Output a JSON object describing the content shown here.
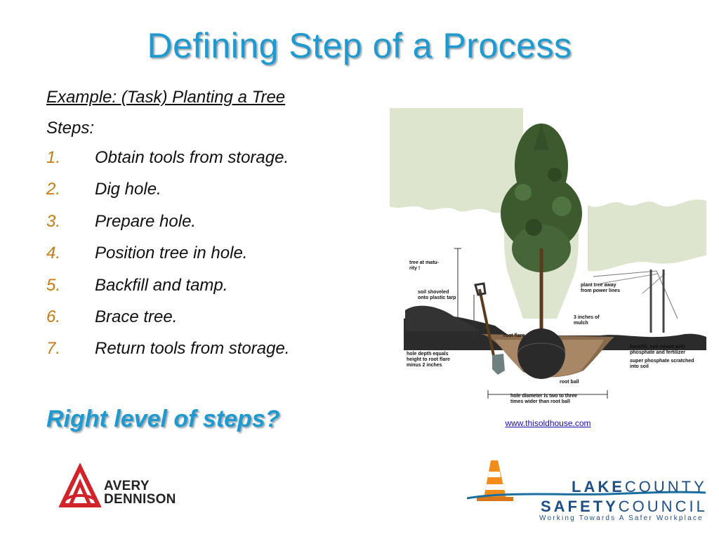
{
  "slide": {
    "title": "Defining Step of a Process",
    "example": "Example: (Task) Planting a Tree",
    "steps_label": "Steps:",
    "steps": [
      {
        "num": "1.",
        "text": "Obtain tools from storage."
      },
      {
        "num": "2.",
        "text": "Dig hole."
      },
      {
        "num": "3.",
        "text": "Prepare hole."
      },
      {
        "num": "4.",
        "text": "Position tree in hole."
      },
      {
        "num": "5.",
        "text": "Backfill and tamp."
      },
      {
        "num": "6.",
        "text": "Brace tree."
      },
      {
        "num": "7.",
        "text": "Return tools from storage."
      }
    ],
    "question": "Right level of steps?",
    "caption_link": "www.thisoldhouse.com"
  },
  "illustration": {
    "labels": {
      "tree_at_maturity": [
        "tree at matu-",
        "rity !"
      ],
      "soil_shoveled": [
        "soil shoveled",
        "onto plastic tarp"
      ],
      "plant_tree_away": [
        "plant tree away",
        "from power lines"
      ],
      "mulch": [
        "3 inches of",
        "mulch"
      ],
      "root_flare": "root flare",
      "hole_depth": [
        "hole depth equals",
        "height to root flare",
        "minus 2 inches"
      ],
      "backfill": [
        "backfill; soil mixed with",
        "phosphate and fertilizer"
      ],
      "super_phosphate": [
        "super phosphate scratched",
        "into soil"
      ],
      "root_ball": "root ball",
      "hole_diameter": [
        "hole diameter is two to three",
        "times wider than root ball"
      ]
    }
  },
  "logos": {
    "avery": {
      "line1": "AVERY",
      "line2": "DENNISON"
    },
    "lake_county": {
      "lake": "LAKE",
      "county": "COUNTY",
      "safety": "SAFETY",
      "council": "COUNCIL",
      "tagline": "Working Towards A Safer Workplace"
    }
  },
  "colors": {
    "title_blue": "#1f9ad0",
    "step_number_orange": "#c87a12",
    "logo_blue": "#1d4f86",
    "avery_red": "#d2232a",
    "cone_orange": "#f28c1b"
  }
}
